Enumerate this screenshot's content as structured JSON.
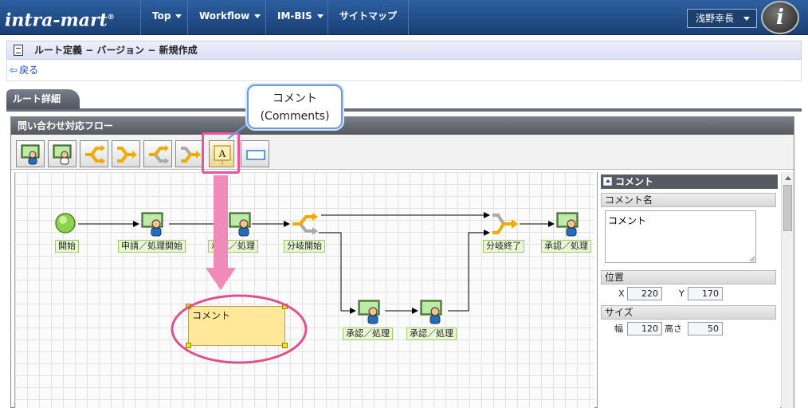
{
  "header": {
    "logo_main": "intra-mart",
    "logo_mark": "®",
    "nav": [
      {
        "label": "Top",
        "has_caret": true
      },
      {
        "label": "Workflow",
        "has_caret": true
      },
      {
        "label": "IM-BIS",
        "has_caret": true
      },
      {
        "label": "サイトマップ",
        "has_caret": false
      }
    ],
    "user_name": "浅野幸長",
    "avatar_letter": "i"
  },
  "page": {
    "title": "ルート定義 − バージョン − 新規作成",
    "back_label": "戻る"
  },
  "tab": {
    "label": "ルート詳細"
  },
  "panel": {
    "title": "問い合わせ対応フロー"
  },
  "callout": {
    "line1": "コメント",
    "line2": "(Comments)"
  },
  "flow": {
    "nodes": {
      "start": "開始",
      "apply": "申請／処理開始",
      "approve1": "承認／処理",
      "branch_start": "分岐開始",
      "branch_end": "分岐終了",
      "approve2": "承認／処理",
      "approve3": "承認／処理",
      "approve4": "承認／処理"
    },
    "comment_note_text": "コメント"
  },
  "properties": {
    "title": "コメント",
    "name_section": "コメント名",
    "name_value": "コメント",
    "position_section": "位置",
    "x_label": "X",
    "x_value": "220",
    "y_label": "Y",
    "y_value": "170",
    "size_section": "サイズ",
    "width_label": "幅",
    "width_value": "120",
    "height_label": "高さ",
    "height_value": "50"
  },
  "colors": {
    "header_bg": "#1f4a86",
    "node_label_bg": "#eaf7d4",
    "note_bg": "#ffe89a",
    "highlight": "#e8559c",
    "callout_border": "#6b9be0"
  }
}
